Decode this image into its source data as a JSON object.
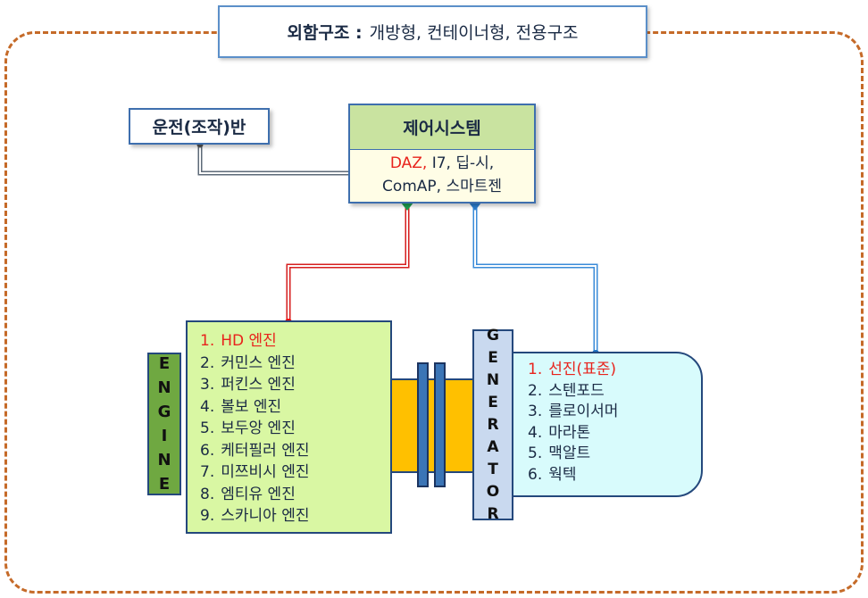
{
  "title": {
    "bold": "외함구조 :",
    "rest": "개방형,  컨테이너형, 전용구조"
  },
  "console": {
    "label": "운전(조작)반"
  },
  "control_system": {
    "heading": "제어시스템",
    "line1_red": "DAZ,",
    "line1_rest": " I7, 딥-시,",
    "line2": "ComAP, 스마트젠"
  },
  "engine": {
    "letters": [
      "E",
      "N",
      "G",
      "I",
      "N",
      "E"
    ],
    "items": [
      {
        "num": "1.",
        "name": "HD 엔진",
        "highlight": true
      },
      {
        "num": "2.",
        "name": "커민스 엔진",
        "highlight": false
      },
      {
        "num": "3.",
        "name": "퍼킨스 엔진",
        "highlight": false
      },
      {
        "num": "4.",
        "name": "볼보 엔진",
        "highlight": false
      },
      {
        "num": "5.",
        "name": "보두앙 엔진",
        "highlight": false
      },
      {
        "num": "6.",
        "name": "케터필러 엔진",
        "highlight": false
      },
      {
        "num": "7.",
        "name": "미쯔비시 엔진",
        "highlight": false
      },
      {
        "num": "8.",
        "name": "엠티유 엔진",
        "highlight": false
      },
      {
        "num": "9.",
        "name": "스카니아 엔진",
        "highlight": false
      }
    ]
  },
  "generator": {
    "letters": [
      "G",
      "E",
      "N",
      "E",
      "R",
      "A",
      "T",
      "O",
      "R"
    ],
    "items": [
      {
        "num": "1.",
        "name": "선진(표준)",
        "highlight": true
      },
      {
        "num": "2.",
        "name": "스텐포드",
        "highlight": false
      },
      {
        "num": "3.",
        "name": "를로이서머",
        "highlight": false
      },
      {
        "num": "4.",
        "name": "마라톤",
        "highlight": false
      },
      {
        "num": "5.",
        "name": "맥알트",
        "highlight": false
      },
      {
        "num": "6.",
        "name": "웍텍",
        "highlight": false
      }
    ]
  },
  "colors": {
    "frame": "#c56a28",
    "highlight_text": "#e8231c",
    "engine_fill": "#d9f7a3",
    "engine_label": "#6fa841",
    "generator_fill": "#d8fbfc",
    "generator_label": "#c9d9ef",
    "coupling": "#ffc000",
    "control_header": "#c9e3a0",
    "control_body": "#fffde6"
  }
}
